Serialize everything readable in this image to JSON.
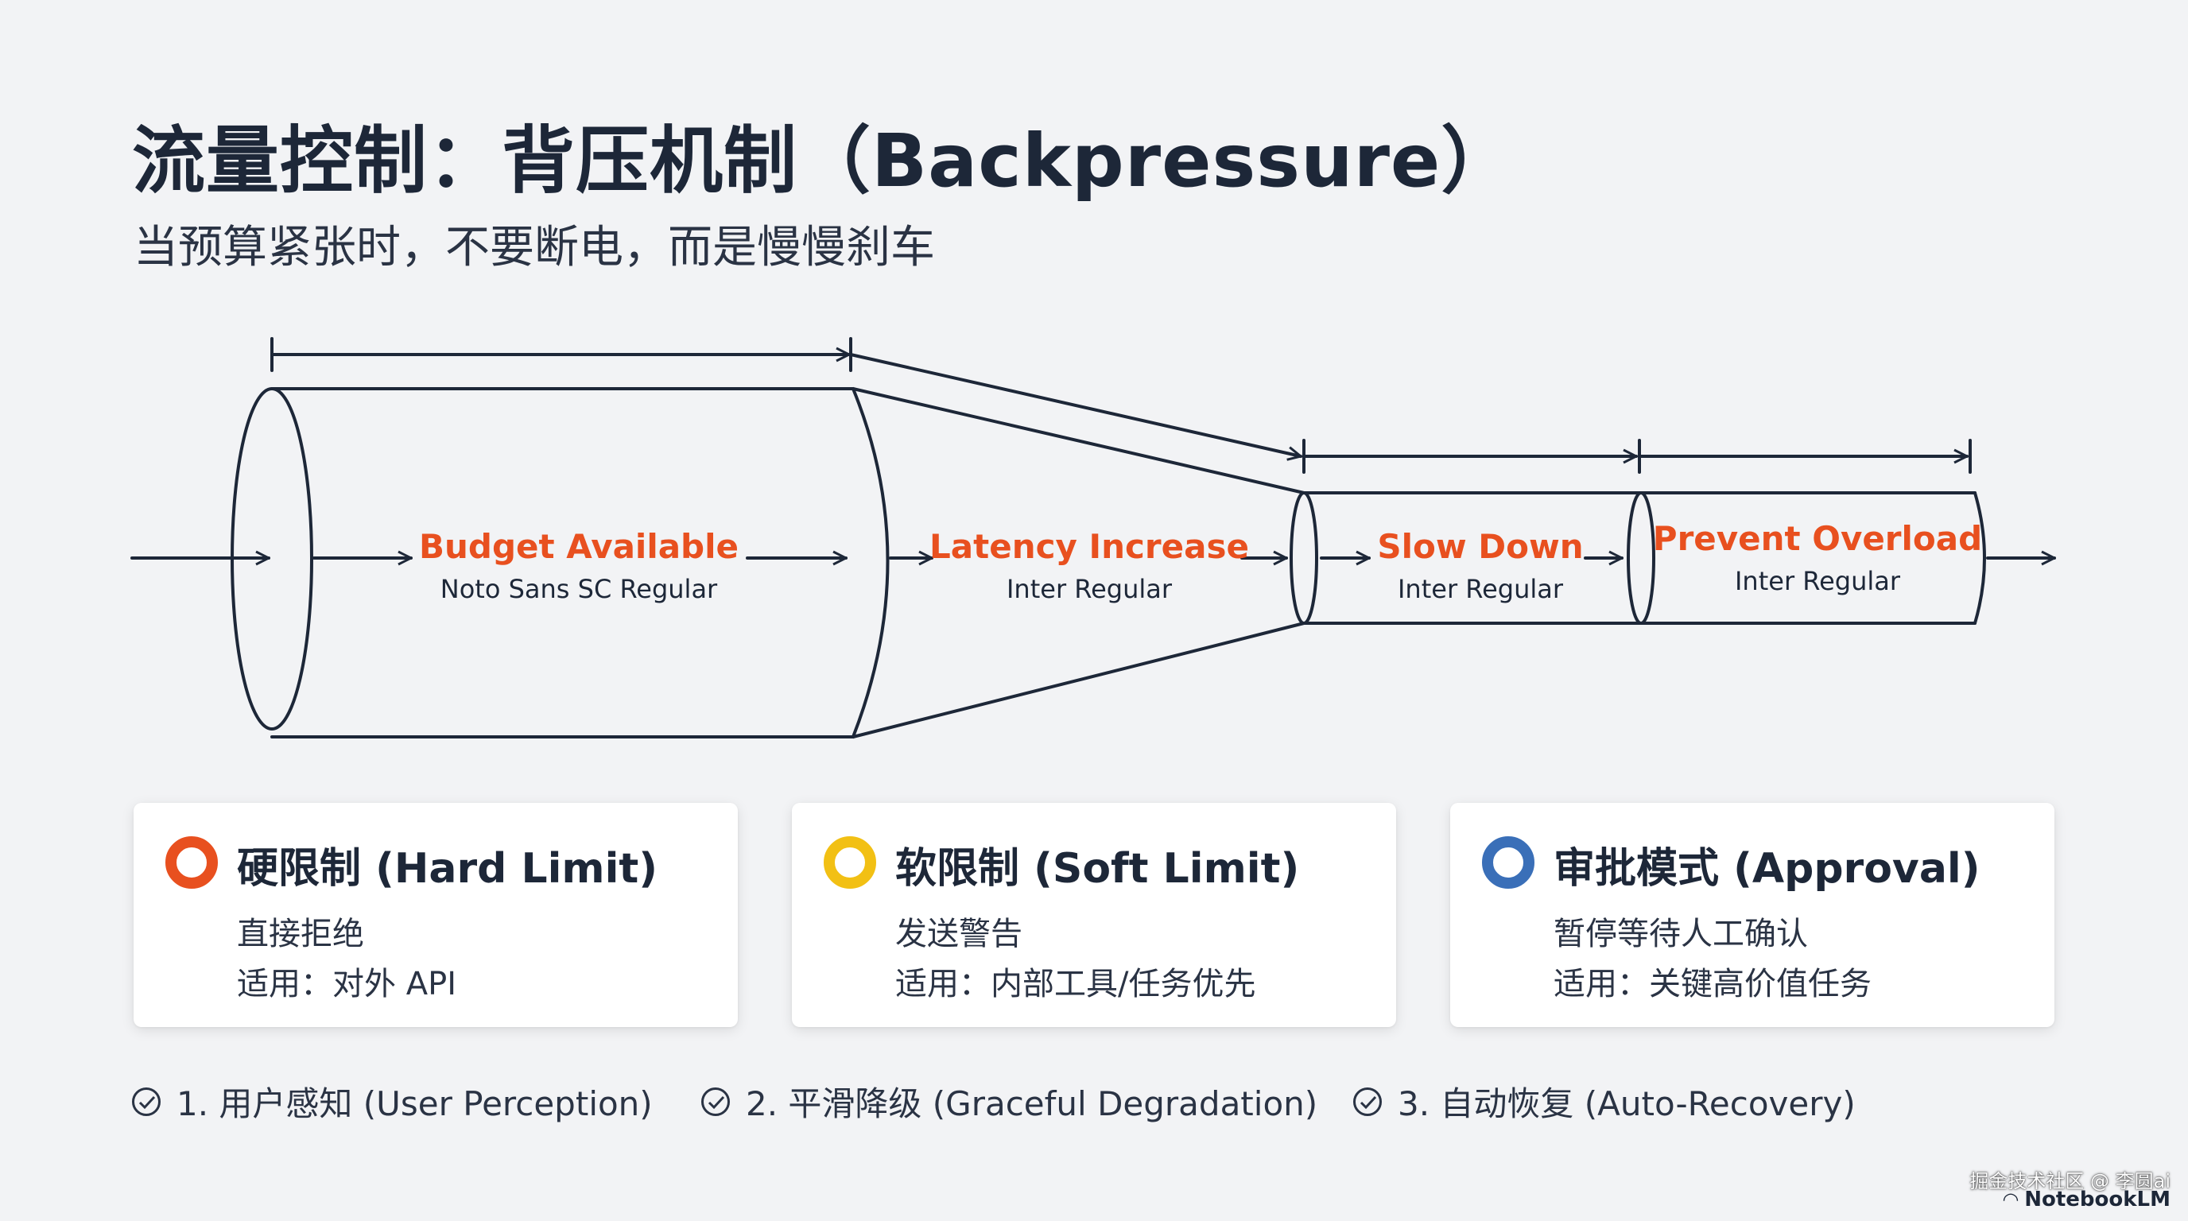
{
  "header": {
    "title": "流量控制：背压机制（Backpressure）",
    "subtitle": "当预算紧张时，不要断电，而是慢慢刹车"
  },
  "stages": [
    {
      "label": "Budget Available",
      "font": "Noto Sans SC Regular"
    },
    {
      "label": "Latency Increase",
      "font": "Inter Regular"
    },
    {
      "label": "Slow Down",
      "font": "Inter Regular"
    },
    {
      "label": "Prevent Overload",
      "font": "Inter Regular"
    }
  ],
  "cards": [
    {
      "title": "硬限制 (Hard Limit)",
      "line1": "直接拒绝",
      "line2": "适用：对外 API",
      "color": "#e8501f"
    },
    {
      "title": "软限制 (Soft Limit)",
      "line1": "发送警告",
      "line2": "适用：内部工具/任务优先",
      "color": "#f2c014"
    },
    {
      "title": "审批模式 (Approval)",
      "line1": "暂停等待人工确认",
      "line2": "适用：关键高价值任务",
      "color": "#3a6fb8"
    }
  ],
  "principles": [
    "1. 用户感知 (User Perception)",
    "2. 平滑降级 (Graceful Degradation)",
    "3. 自动恢复 (Auto-Recovery)"
  ],
  "footer": {
    "watermark": "掘金技术社区 @ 李圆ai",
    "brand": "NotebookLM"
  },
  "colors": {
    "accent": "#e8501f",
    "line": "#1d2738"
  }
}
